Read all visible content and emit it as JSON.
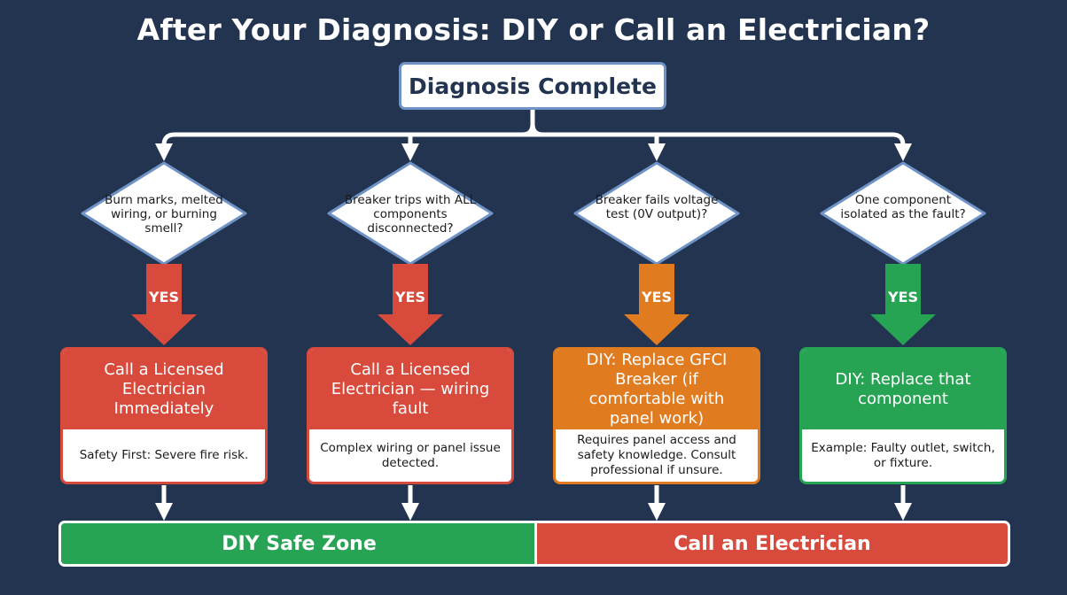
{
  "title": "After Your Diagnosis: DIY or Call an Electrician?",
  "start_label": "Diagnosis Complete",
  "colors": {
    "background": "#233450",
    "red": "#d84a3c",
    "orange": "#e07b20",
    "green": "#27a354",
    "start_border": "#6f93c6"
  },
  "branches": [
    {
      "question": "Burn marks, melted wiring, or burning smell?",
      "answer": "YES",
      "color": "#d84a3c",
      "outcome": "Call a Licensed Electrician Immediately",
      "detail": "Safety First: Severe fire risk."
    },
    {
      "question": "Breaker trips with ALL components disconnected?",
      "answer": "YES",
      "color": "#d84a3c",
      "outcome": "Call a Licensed Electrician — wiring fault",
      "detail": "Complex wiring or panel issue detected."
    },
    {
      "question": "Breaker fails voltage test (0V output)?",
      "answer": "YES",
      "color": "#e07b20",
      "outcome": "DIY: Replace GFCI Breaker (if comfortable with panel work)",
      "detail": "Requires panel access and safety knowledge. Consult professional if unsure."
    },
    {
      "question": "One component isolated as the fault?",
      "answer": "YES",
      "color": "#27a354",
      "outcome": "DIY: Replace that component",
      "detail": "Example: Faulty outlet, switch, or fixture."
    }
  ],
  "zones": {
    "diy": "DIY Safe Zone",
    "electrician": "Call an Electrician"
  }
}
